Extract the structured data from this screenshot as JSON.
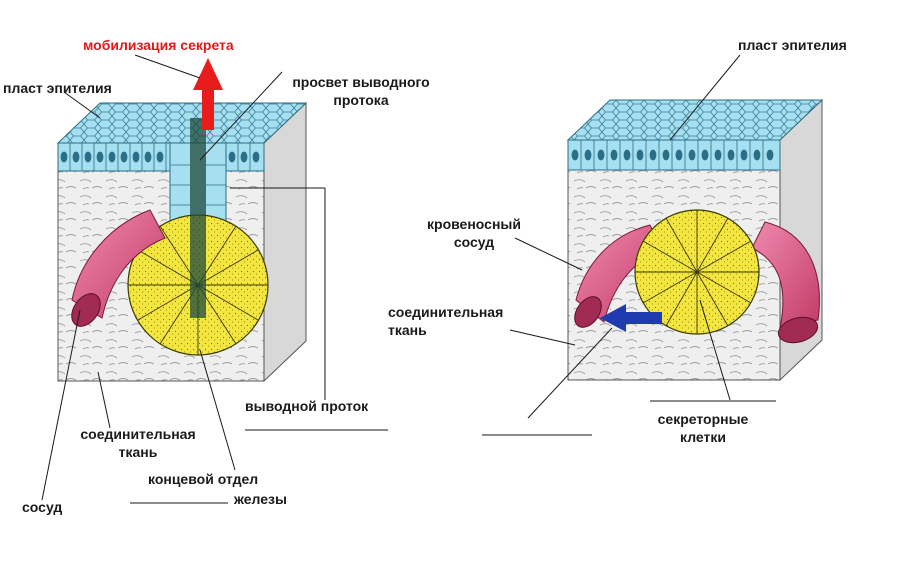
{
  "colors": {
    "epithelium": "#a6dff0",
    "secretory_cells": "#f4e640",
    "vessel": "#d9587e",
    "connective_tissue": "#ececec",
    "secretion_arrow": "#e81c1c",
    "absorption_arrow": "#1f3bb0",
    "label_highlight": "#e01a1a"
  },
  "left_figure": {
    "labels": {
      "secretion": "мобилизация секрета",
      "epithelium": "пласт эпителия",
      "duct_lumen_line1": "просвет выводного",
      "duct_lumen_line2": "протока",
      "excretory_duct": "выводной проток",
      "connective_line1": "соединительная",
      "connective_line2": "ткань",
      "end_section_line1": "концевой отдел",
      "end_section_line2": "железы",
      "vessel": "сосуд"
    }
  },
  "right_figure": {
    "labels": {
      "epithelium": "пласт эпителия",
      "vessel_line1": "кровеносный",
      "vessel_line2": "сосуд",
      "connective_line1": "соединительная",
      "connective_line2": "ткань",
      "secretory_line1": "секреторные",
      "secretory_line2": "клетки"
    }
  }
}
